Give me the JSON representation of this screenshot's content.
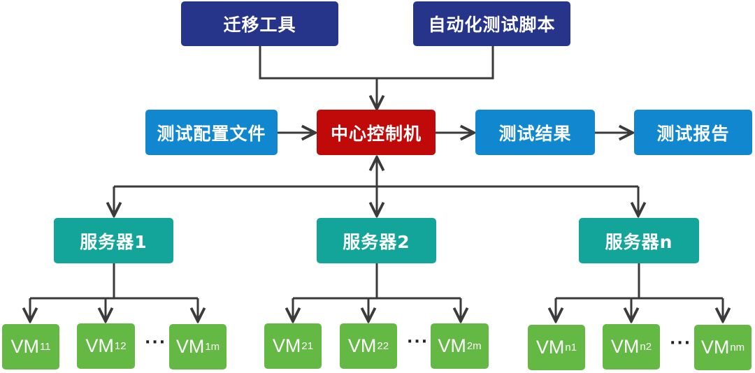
{
  "top": {
    "migration_tool": "迁移工具",
    "auto_test_script": "自动化测试脚本"
  },
  "middle": {
    "test_config": "测试配置文件",
    "controller": "中心控制机",
    "test_result": "测试结果",
    "test_report": "测试报告"
  },
  "servers": [
    {
      "label": "服务器1",
      "vms": [
        {
          "base": "VM",
          "sub": "11"
        },
        {
          "base": "VM",
          "sub": "12"
        },
        {
          "base": "VM",
          "sub": "1m"
        }
      ]
    },
    {
      "label": "服务器2",
      "vms": [
        {
          "base": "VM",
          "sub": "21"
        },
        {
          "base": "VM",
          "sub": "22"
        },
        {
          "base": "VM",
          "sub": "2m"
        }
      ]
    },
    {
      "label": "服务器n",
      "vms": [
        {
          "base": "VM",
          "sub": "n1"
        },
        {
          "base": "VM",
          "sub": "n2"
        },
        {
          "base": "VM",
          "sub": "nm"
        }
      ]
    }
  ],
  "ellipsis": "···",
  "colors": {
    "top": "#26348a",
    "io": "#1187d0",
    "controller": "#c00a0a",
    "server": "#14a59a",
    "vm": "#63b944",
    "connector": "#3a3a3a"
  }
}
